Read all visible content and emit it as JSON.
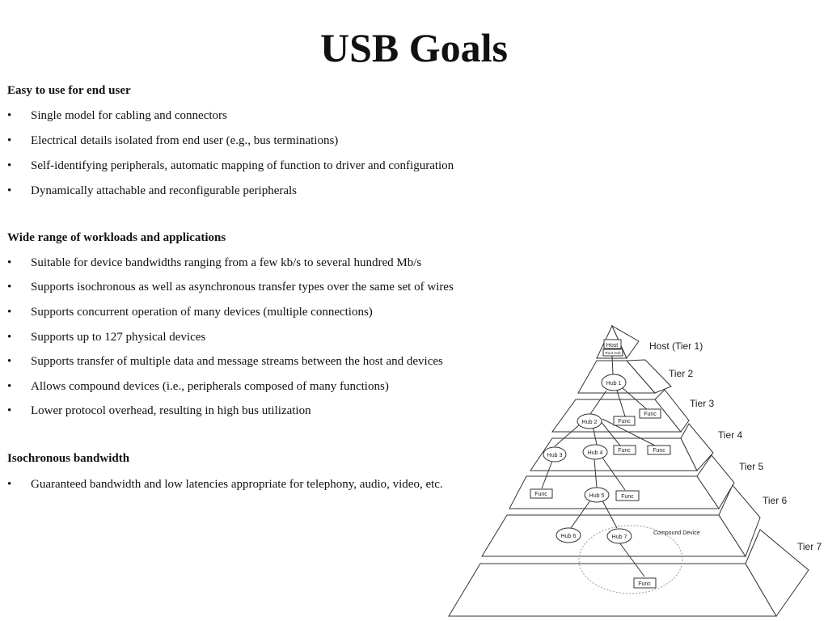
{
  "slide": {
    "title": "USB Goals"
  },
  "sections": [
    {
      "heading": "Easy to use for end user",
      "bullets": [
        "Single model for cabling and connectors",
        "Electrical details isolated from end user (e.g., bus terminations)",
        "Self-identifying peripherals, automatic mapping of function to driver and configuration",
        "Dynamically attachable and reconfigurable peripherals"
      ]
    },
    {
      "heading": "Wide range of workloads and applications",
      "bullets": [
        "Suitable for device bandwidths ranging from a few kb/s to several hundred Mb/s",
        "Supports isochronous as well as asynchronous transfer types over the same set of wires",
        "Supports concurrent operation of many devices (multiple connections)",
        "Supports up to 127 physical devices",
        "Supports transfer of multiple data and message streams between the host and devices",
        "Allows compound devices (i.e., peripherals composed of many functions)",
        "Lower protocol overhead, resulting in high bus utilization"
      ]
    },
    {
      "heading": "Isochronous bandwidth",
      "bullets": [
        "Guaranteed bandwidth and low latencies appropriate for telephony, audio, video, etc."
      ]
    }
  ],
  "bullet_glyph": "•",
  "diagram": {
    "tiers": [
      "Host (Tier 1)",
      "Tier 2",
      "Tier 3",
      "Tier 4",
      "Tier 5",
      "Tier 6",
      "Tier 7"
    ],
    "host": {
      "label": "Host",
      "root_hub": "Root Hub"
    },
    "hubs": [
      "Hub 1",
      "Hub 2",
      "Hub 3",
      "Hub 4",
      "Hub 5",
      "Hub 6",
      "Hub 7"
    ],
    "func_label": "Func",
    "compound_device_label": "Compound Device"
  }
}
